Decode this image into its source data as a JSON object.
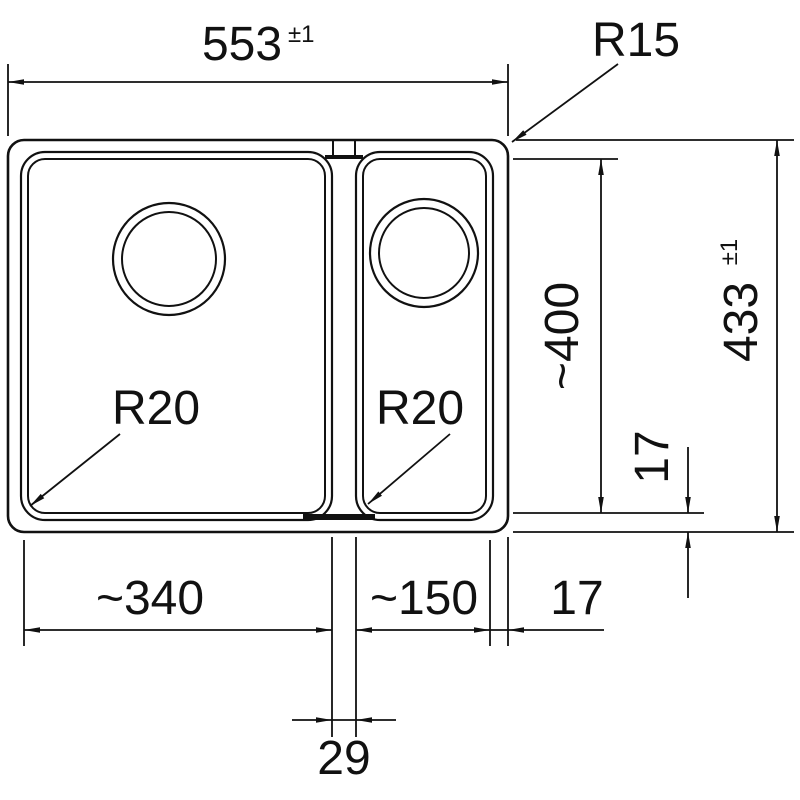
{
  "drawing": {
    "type": "technical-dimension-drawing",
    "subject": "kitchen sink with large and small bowl, top view",
    "background_color": "#ffffff",
    "line_color": "#111111",
    "labels": {
      "width_overall": "553",
      "width_overall_tol": "±1",
      "corner_radius_outer": "R15",
      "depth_inner": "~400",
      "height_overall": "433",
      "height_overall_tol": "±1",
      "rim_bottom": "17",
      "radius_bowl_large": "R20",
      "radius_bowl_small": "R20",
      "width_bowl_large": "~340",
      "width_bowl_small": "~150",
      "rim_right": "17",
      "divider_width": "29"
    }
  }
}
